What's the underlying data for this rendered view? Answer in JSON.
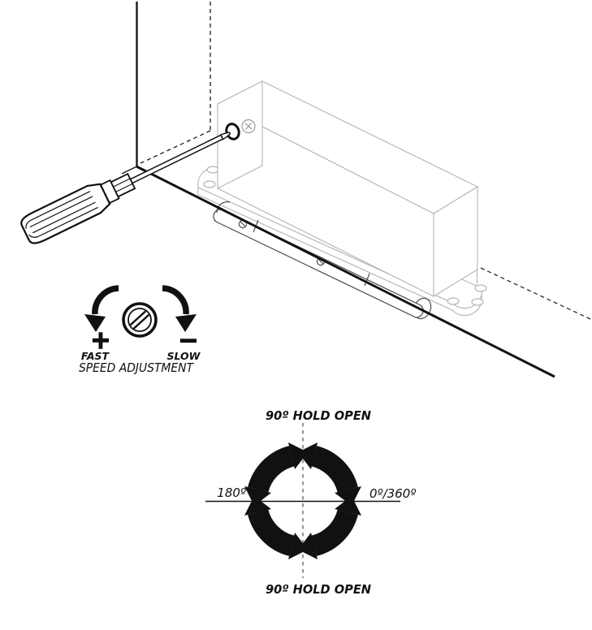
{
  "illustration": {
    "speed_adjustment": {
      "plus_label": "+",
      "minus_label": "−",
      "fast_label": "FAST",
      "slow_label": "SLOW",
      "caption": "SPEED ADJUSTMENT"
    },
    "rotation_diagram": {
      "top_label": "90º HOLD OPEN",
      "bottom_label": "90º HOLD OPEN",
      "left_label": "180º",
      "right_label": "0º/360º"
    },
    "colors": {
      "ink": "#111111",
      "light_line": "#b4b4b4",
      "mid_line": "#4a4a4a",
      "dash_gray": "#999999",
      "background": "#ffffff"
    }
  }
}
